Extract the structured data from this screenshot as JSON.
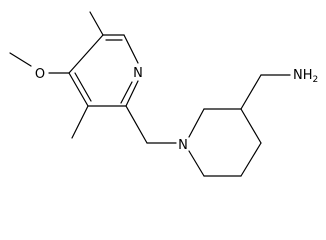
{
  "atoms": {
    "nitrogen_pyridine": "N",
    "nitrogen_piperidine": "N",
    "methoxy_oxygen": "O",
    "amine": "NH",
    "amine_subscript": "2"
  },
  "colors": {
    "bond": "#000000",
    "label": "#000000",
    "background": "#ffffff"
  }
}
